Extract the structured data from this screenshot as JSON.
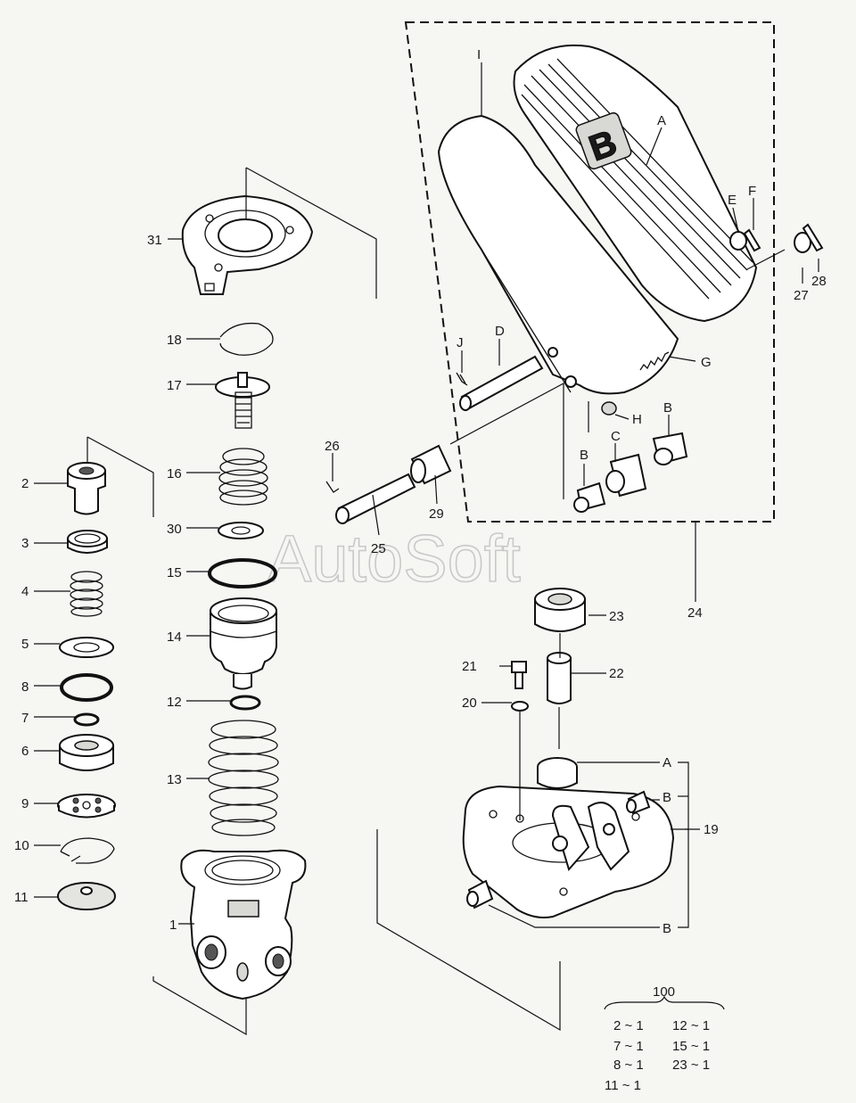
{
  "watermark": "AutoSoft",
  "labels": {
    "p1": "1",
    "p2": "2",
    "p3": "3",
    "p4": "4",
    "p5": "5",
    "p6": "6",
    "p7": "7",
    "p8": "8",
    "p9": "9",
    "p10": "10",
    "p11": "11",
    "p12": "12",
    "p13": "13",
    "p14": "14",
    "p15": "15",
    "p16": "16",
    "p17": "17",
    "p18": "18",
    "p19": "19",
    "p20": "20",
    "p21": "21",
    "p22": "22",
    "p23": "23",
    "p24": "24",
    "p25": "25",
    "p26": "26",
    "p27": "27",
    "p28": "28",
    "p29": "29",
    "p30": "30",
    "p31": "31",
    "pA_top": "A",
    "pB_pad": "B",
    "pB1": "B",
    "pB2": "B",
    "pC": "C",
    "pD": "D",
    "pE": "E",
    "pF": "F",
    "pG": "G",
    "pH": "H",
    "pJ": "J",
    "pI": "I",
    "pA_base": "A",
    "pB_base1": "B",
    "pB_base2": "B"
  },
  "kit": {
    "title": "100",
    "items": [
      "2 ~ 1",
      "12 ~ 1",
      "7 ~ 1",
      "15 ~ 1",
      "8 ~ 1",
      "23 ~ 1",
      "11 ~ 1"
    ]
  }
}
